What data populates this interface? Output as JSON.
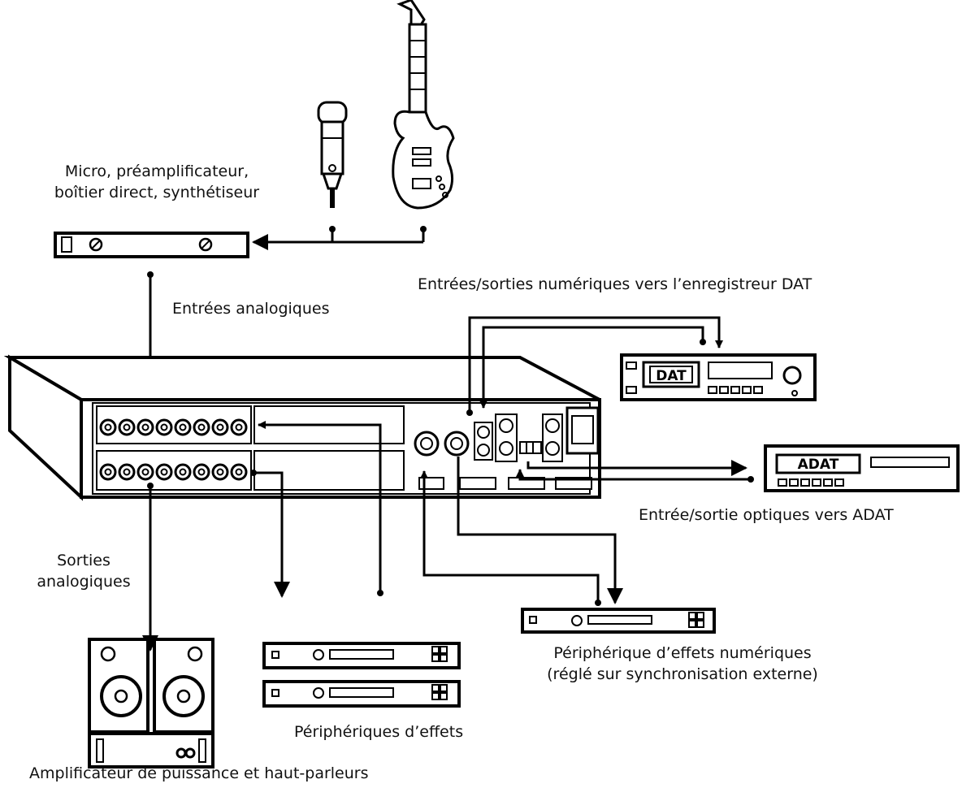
{
  "labels": {
    "mic_line1": "Micro, préamplificateur,",
    "mic_line2": "boîtier direct, synthétiseur",
    "analog_inputs": "Entrées analogiques",
    "digital_io_dat": "Entrées/sorties numériques vers l’enregistreur DAT",
    "optical_io_adat": "Entrée/sortie optiques vers ADAT",
    "analog_outputs_line1": "Sorties",
    "analog_outputs_line2": "analogiques",
    "digital_fx_line1": "Périphérique d’effets numériques",
    "digital_fx_line2": "(réglé sur synchronisation externe)",
    "fx_devices": "Périphériques d’effets",
    "amp_speakers": "Amplificateur de puissance et haut-parleurs"
  },
  "devices": {
    "dat": "DAT",
    "adat": "ADAT"
  }
}
